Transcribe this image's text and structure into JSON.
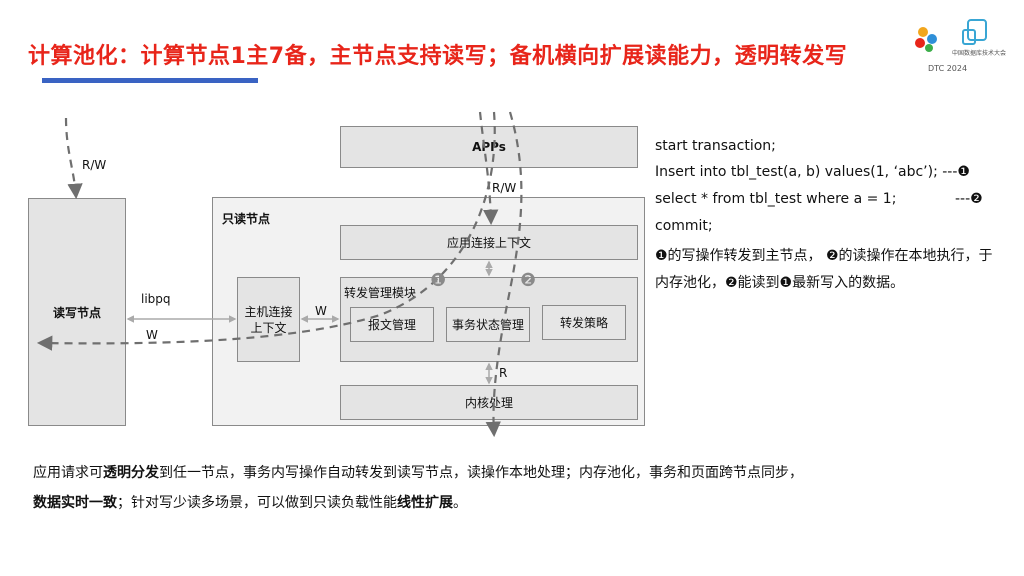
{
  "title": "计算池化：计算节点1主7备，主节点支持读写；备机横向扩展读能力，透明转发写",
  "logo": {
    "text": "中国数据库技术大会",
    "year": "DTC 2024"
  },
  "diagram": {
    "rw_outer": "R/W",
    "rw_node": "读写节点",
    "libpq": "libpq",
    "w_left": "W",
    "apps": "APPs",
    "rw_inner": "R/W",
    "readonly_node": "只读节点",
    "app_context": "应用连接上下文",
    "host_context": "主机连接\n上下文",
    "w_mid": "W",
    "forward_module": "转发管理模块",
    "msg_mgmt": "报文管理",
    "txn_state_mgmt": "事务状态管理",
    "forward_policy": "转发策略",
    "r_label": "R",
    "kernel": "内核处理",
    "marker1": "❶",
    "marker2": "❷"
  },
  "code": {
    "line1": "start transaction;",
    "line2": "Insert into tbl_test(a, b) values(1, ‘abc’); ---❶",
    "line3a": "select * from tbl_test where a = 1;",
    "line3b": "---❷",
    "line4": "commit;",
    "line5": "❶的写操作转发到主节点， ❷的读操作在本地执行，于",
    "line6": "内存池化，❷能读到❶最新写入的数据。"
  },
  "description": {
    "l1_a": "应用请求可",
    "l1_b": "透明分发",
    "l1_c": "到任一节点，事务内写操作自动转发到读写节点，读操作本地处理；内存池化，事务和页面跨节点同步，",
    "l2_a": "数据实时一致",
    "l2_b": "；针对写少读多场景，可以做到只读负载性能",
    "l2_c": "线性扩展",
    "l2_d": "。"
  },
  "colors": {
    "title": "#e8251a",
    "accent_bar": "#3a63c3",
    "dashed_line": "#6f6f6f"
  }
}
